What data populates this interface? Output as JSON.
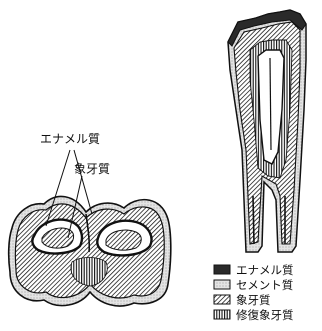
{
  "left_diagram": {
    "labels": [
      "エナメル質",
      "象牙質"
    ]
  },
  "legend": {
    "items": [
      {
        "label": "エナメル質",
        "swatch": "solid-dark"
      },
      {
        "label": "セメント質",
        "swatch": "light-stipple"
      },
      {
        "label": "象牙質",
        "swatch": "diagonal-hatch"
      },
      {
        "label": "修復象牙質",
        "swatch": "vertical-hatch"
      }
    ]
  },
  "colors": {
    "ink": "#111111",
    "enamel": "#2a2a2a",
    "cementum": "#d6d6d6",
    "paper": "#ffffff"
  }
}
